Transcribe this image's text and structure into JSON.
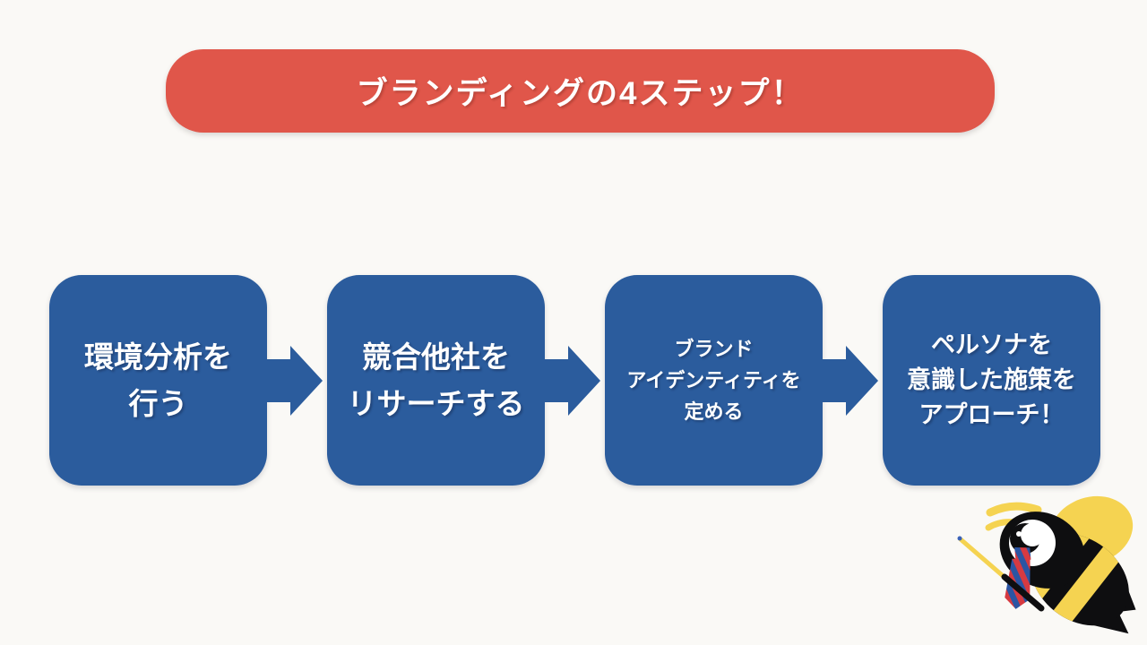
{
  "title": {
    "text": "ブランディングの4ステップ！"
  },
  "steps": [
    {
      "label": "環境分析を行う",
      "lines": [
        "環境分析を",
        "行う"
      ]
    },
    {
      "label": "競合他社をリサーチする",
      "lines": [
        "競合他社を",
        "リサーチする"
      ]
    },
    {
      "label": "ブランドアイデンティティを定める",
      "lines": [
        "ブランド",
        "アイデンティティを",
        "定める"
      ]
    },
    {
      "label": "ペルソナを意識した施策をアプローチ！",
      "lines": [
        "ペルソナを",
        "意識した施策を",
        "アプローチ！"
      ]
    }
  ],
  "icons": {
    "arrow": "right-arrow-icon",
    "mascot": "bee-mascot-icon"
  },
  "colors": {
    "background": "#FAF9F6",
    "banner_red": "#E0564A",
    "box_blue": "#2B5C9D",
    "text_white": "#FFFFFF",
    "bee_yellow": "#F5D351",
    "bee_black": "#0E0E10",
    "tie_red": "#D63A41",
    "tie_blue": "#2B55A3"
  }
}
